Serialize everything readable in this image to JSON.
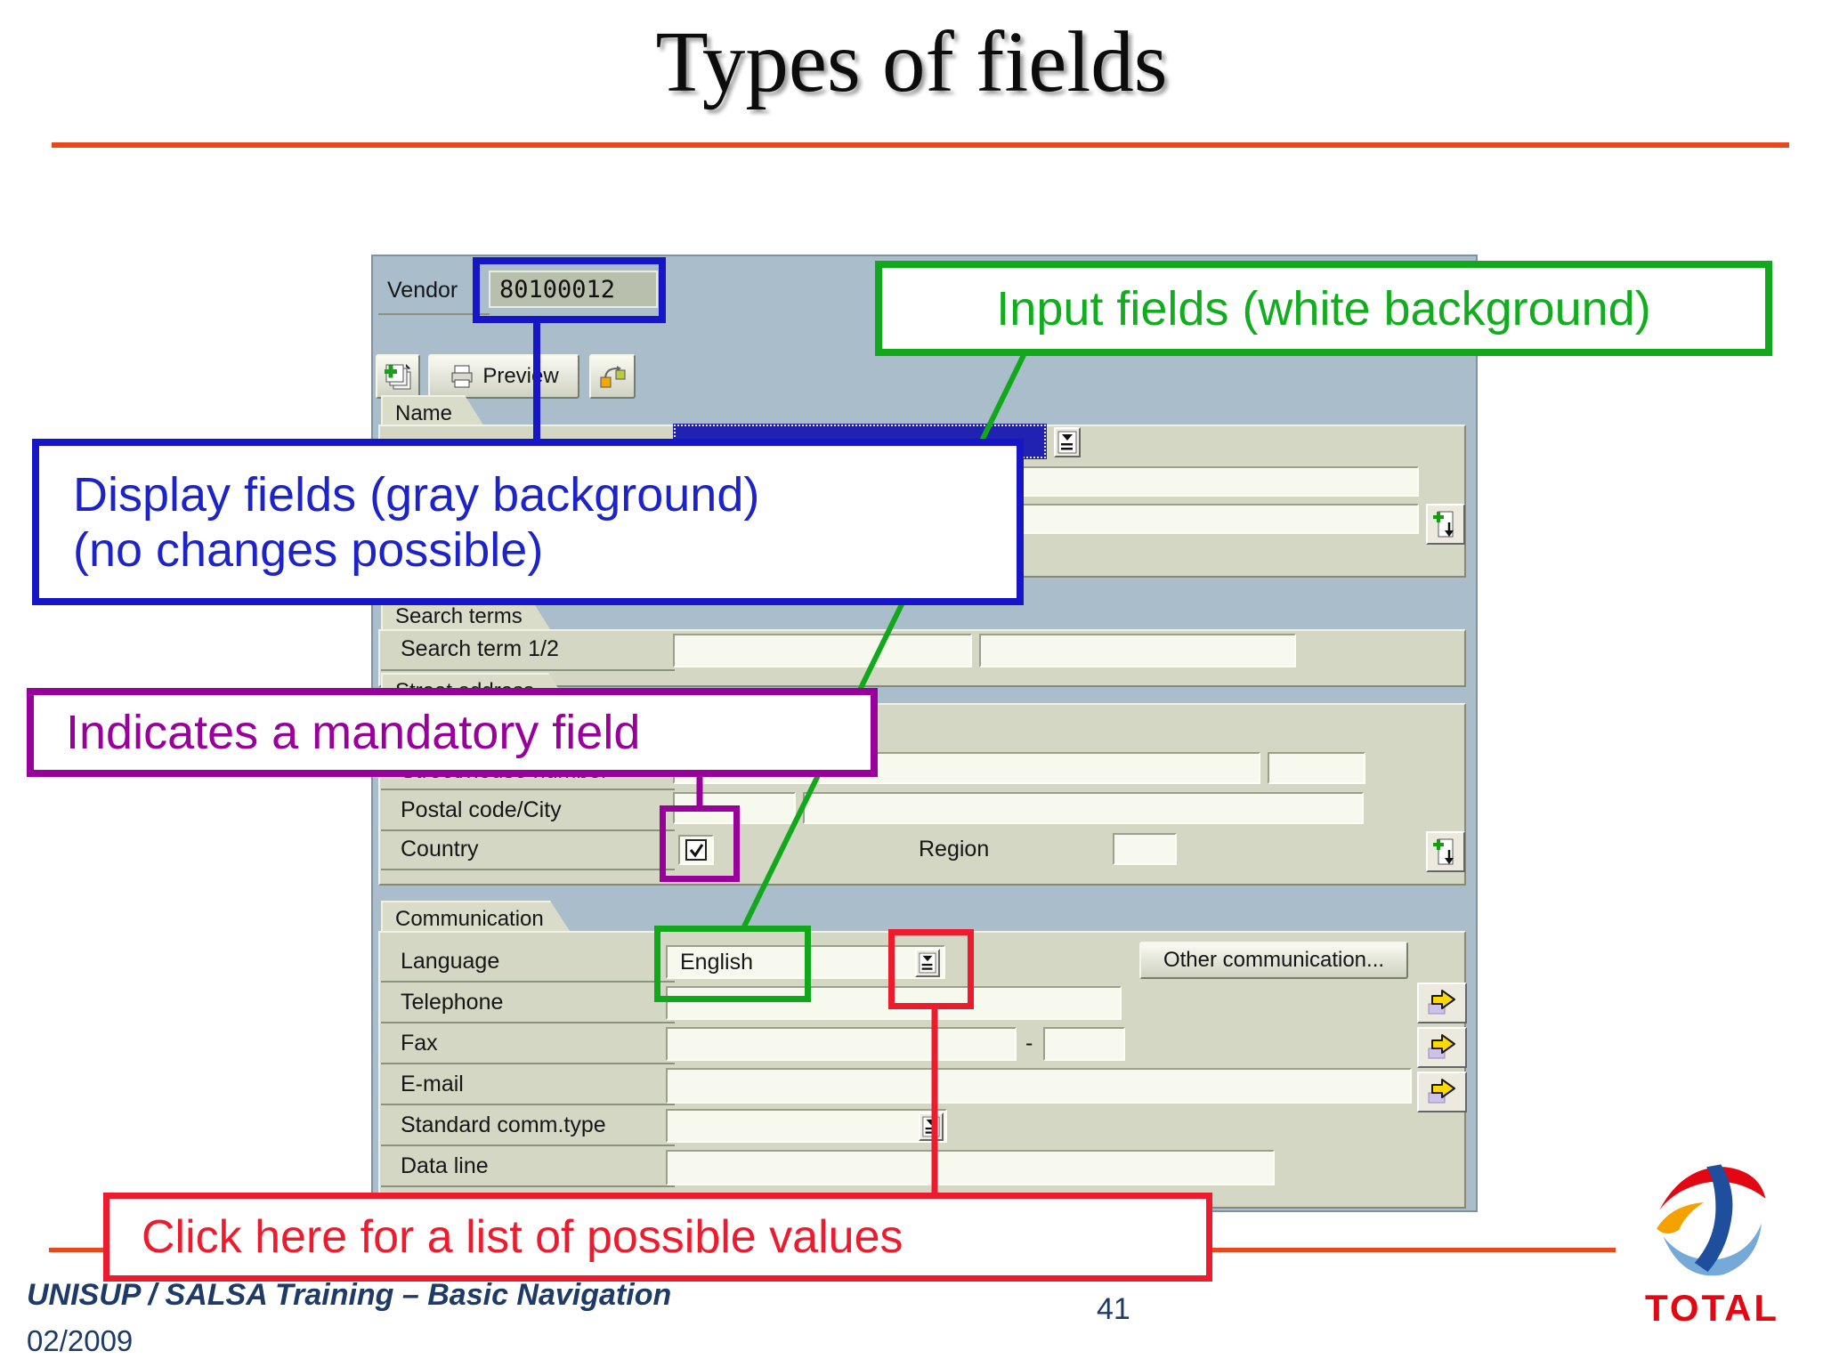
{
  "slide": {
    "title": "Types of fields",
    "page_number": "41",
    "footer_line1": "UNISUP / SALSA Training – Basic Navigation",
    "footer_line2": "02/2009",
    "logo_text": "TOTAL"
  },
  "annotations": {
    "input_fields_label": "Input fields (white background)",
    "display_fields_line1": "Display fields (gray background)",
    "display_fields_line2": "(no changes possible)",
    "mandatory_label": "Indicates a mandatory field",
    "values_label": "Click here for a list of possible values"
  },
  "sap": {
    "vendor_label": "Vendor",
    "vendor_value": "80100012",
    "toolbar": {
      "preview_label": "Preview"
    },
    "tabs": {
      "name": "Name",
      "search_terms": "Search terms",
      "street_address": "Street address",
      "communication": "Communication"
    },
    "search": {
      "term_label": "Search term 1/2"
    },
    "address": {
      "street_label": "Street/house number",
      "postal_label": "Postal code/City",
      "country_label": "Country",
      "region_label": "Region"
    },
    "communication": {
      "language_label": "Language",
      "language_value": "English",
      "telephone_label": "Telephone",
      "fax_label": "Fax",
      "fax_separator": "-",
      "email_label": "E-mail",
      "std_comm_label": "Standard comm.type",
      "data_line_label": "Data line",
      "other_comm_button": "Other communication..."
    }
  },
  "icons": {
    "toolbar": [
      "copy-pages-icon",
      "printer-icon",
      "linked-objects-icon"
    ],
    "value_help": "dropdown-list-icon",
    "mandatory": "checkbox-check-icon",
    "row_action": "yellow-arrow-icon",
    "add_row": "add-version-icon",
    "logo": "total-globe-logo"
  },
  "colors": {
    "annotation_blue": "#1616c8",
    "annotation_green": "#11a81c",
    "annotation_purple": "#99009b",
    "annotation_red": "#ec1c2e",
    "divider_orange": "#e8481c",
    "footer_navy": "#1e3a66",
    "logo_red": "#e30613",
    "panel_background": "#a9bdca",
    "section_background": "#d4d7c3",
    "field_white": "#f7f8ee",
    "field_gray": "#b9bfad",
    "selection_blue": "#2121b2"
  }
}
